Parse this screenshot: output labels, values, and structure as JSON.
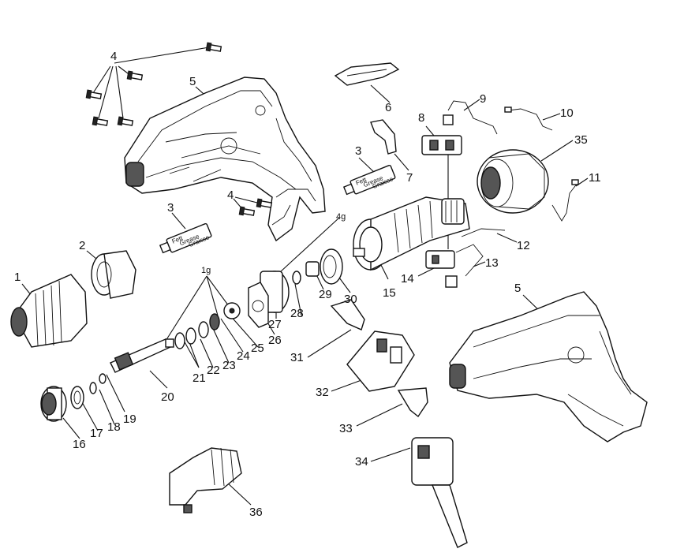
{
  "callouts": [
    "1",
    "2",
    "3",
    "3",
    "4",
    "4",
    "5",
    "5",
    "6",
    "7",
    "8",
    "9",
    "10",
    "11",
    "12",
    "13",
    "14",
    "15",
    "16",
    "17",
    "18",
    "19",
    "20",
    "21",
    "22",
    "23",
    "24",
    "25",
    "26",
    "27",
    "28",
    "29",
    "30",
    "31",
    "32",
    "33",
    "34",
    "35",
    "36"
  ],
  "grease_amounts": {
    "small": "1g",
    "large": "4g"
  },
  "tube_label": [
    "Fett",
    "Grease",
    "Graisse"
  ]
}
